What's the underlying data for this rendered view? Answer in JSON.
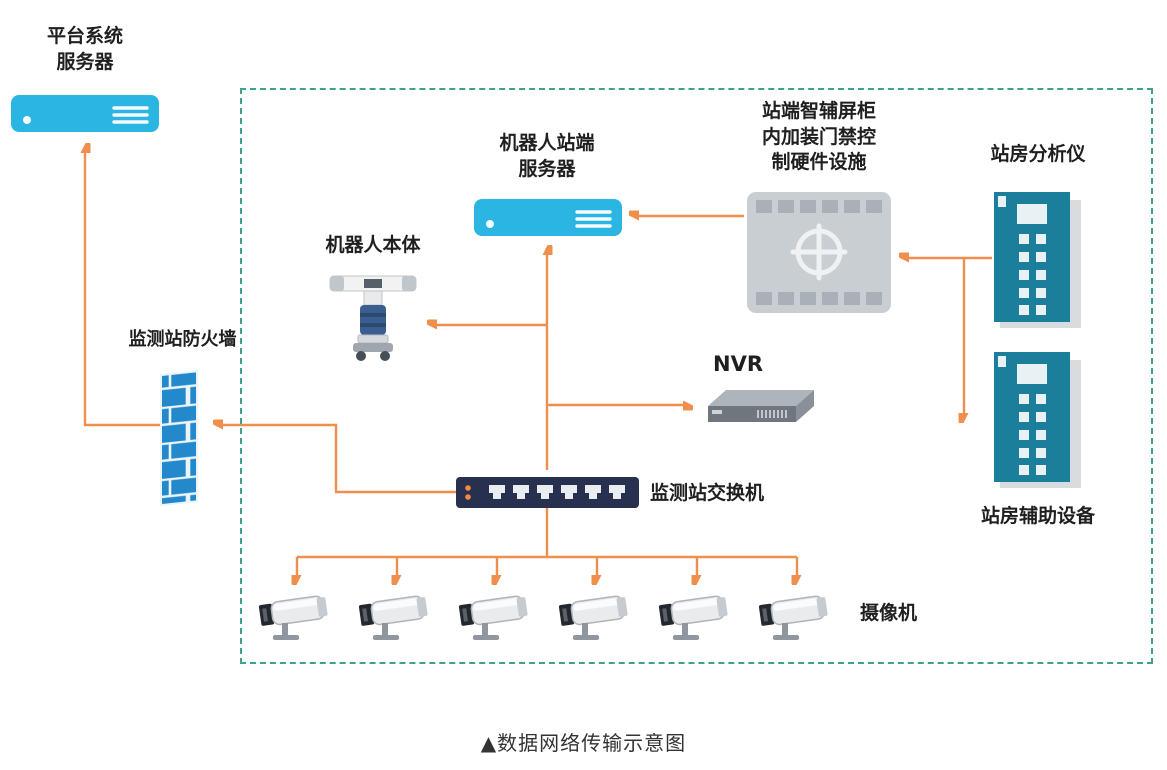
{
  "caption": "▲数据网络传输示意图",
  "colors": {
    "arrow_orange": "#EF8F4E",
    "boundary_teal_dashed": "#3FA08E",
    "server_cyan": "#2AB5E3",
    "firewall_blue": "#2489CB",
    "cabinet_gray": "#C9CED3",
    "equipment_teal": "#1B7E9A",
    "switch_navy": "#27304F"
  },
  "nodes": {
    "platform_server": {
      "label": "平台系统\n服务器"
    },
    "robot_server": {
      "label": "机器人站端\n服务器"
    },
    "robot_body": {
      "label": "机器人本体"
    },
    "access_cabinet": {
      "label": "站端智辅屏柜\n内加装门禁控\n制硬件设施"
    },
    "station_analyzer": {
      "label": "站房分析仪"
    },
    "station_aux": {
      "label": "站房辅助设备"
    },
    "firewall": {
      "label": "监测站防火墙"
    },
    "nvr": {
      "label": "NVR"
    },
    "switch": {
      "label": "监测站交换机"
    },
    "camera": {
      "label": "摄像机"
    }
  }
}
